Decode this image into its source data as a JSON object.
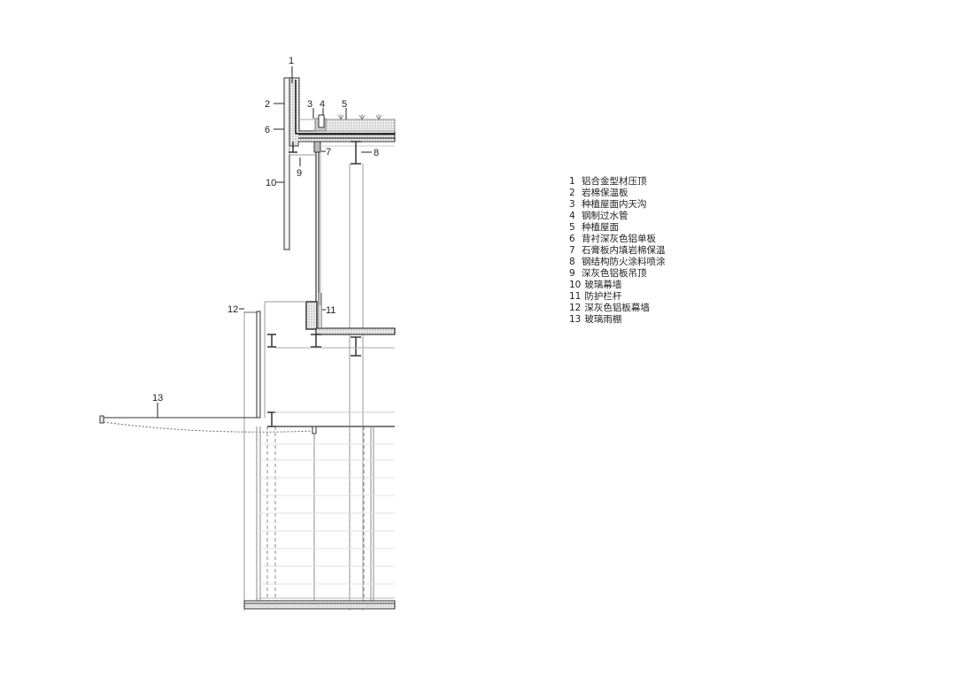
{
  "callouts": [
    "1",
    "2",
    "3",
    "4",
    "5",
    "6",
    "7",
    "8",
    "9",
    "10",
    "11",
    "12",
    "13"
  ],
  "legend": [
    {
      "num": "1",
      "label": "铝合金型材压顶"
    },
    {
      "num": "2",
      "label": "岩棉保温板"
    },
    {
      "num": "3",
      "label": "种植屋面内天沟"
    },
    {
      "num": "4",
      "label": "钢制过水管"
    },
    {
      "num": "5",
      "label": "种植屋面"
    },
    {
      "num": "6",
      "label": "背衬深灰色铝单板"
    },
    {
      "num": "7",
      "label": "石膏板内填岩棉保温"
    },
    {
      "num": "8",
      "label": "钢结构防火涂料喷涂"
    },
    {
      "num": "9",
      "label": "深灰色铝板吊顶"
    },
    {
      "num": "10",
      "label": "玻璃幕墙"
    },
    {
      "num": "11",
      "label": "防护栏杆"
    },
    {
      "num": "12",
      "label": "深灰色铝板幕墙"
    },
    {
      "num": "13",
      "label": "玻璃雨棚"
    }
  ]
}
